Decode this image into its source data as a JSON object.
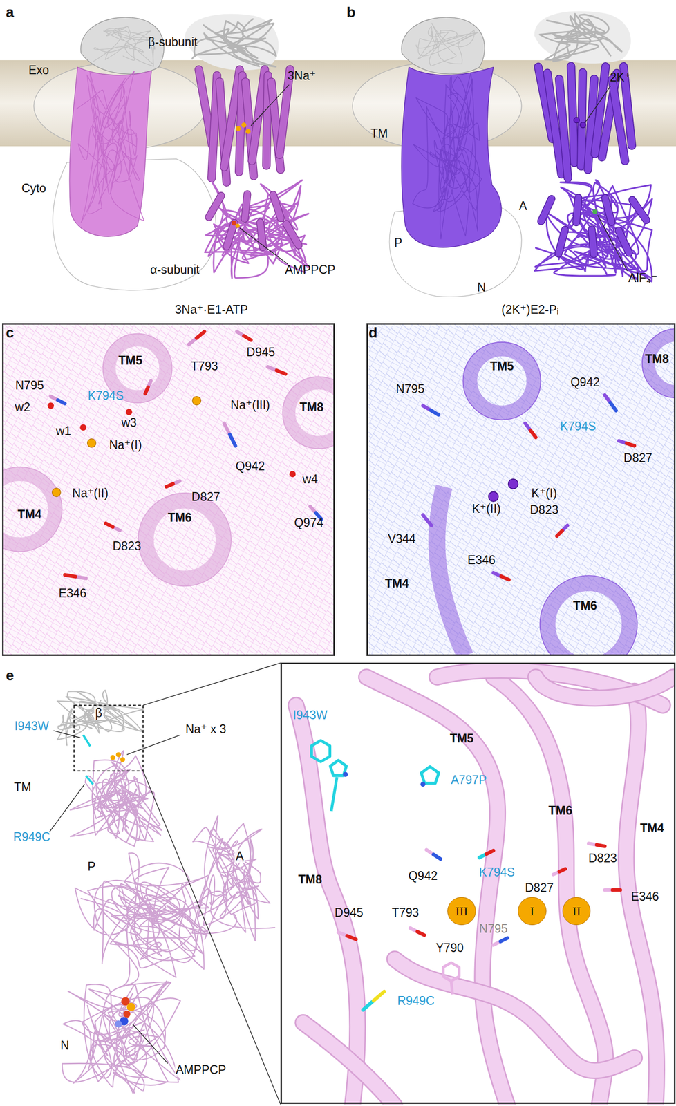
{
  "diagram": {
    "nodes": [
      {
        "text": [
          "c",
          "T793",
          "D945",
          "TM5",
          "N795",
          "K794S",
          "Na⁺(III)",
          "TM8",
          "w2",
          "w3",
          "w1",
          "Na⁺(I)",
          "Q942",
          "w4",
          "Na⁺(II)",
          "D827",
          "TM4",
          "TM6",
          "Q974",
          "D823",
          "E346"
        ]
      },
      {
        "text": [
          "d",
          "TM5",
          "TM8",
          "Q942",
          "N795",
          "K794S",
          "D827",
          "K⁺(I)",
          "K⁺(II)",
          "D823",
          "V344",
          "E346",
          "TM4",
          "TM6"
        ]
      },
      {
        "text": [
          "I943W",
          "TM5",
          "A797P",
          "TM6",
          "TM4",
          "D823",
          "TM8",
          "Q942",
          "K794S",
          "D827",
          "E346",
          "D945",
          "T793",
          "N795",
          "Y790",
          "R949C"
        ]
      },
      {
        "text": [
          "III"
        ],
        "in": 2
      },
      {
        "text": [
          "I"
        ],
        "in": 2
      },
      {
        "text": [
          "II"
        ],
        "in": 2
      }
    ],
    "labels": [
      "a",
      "β-subunit",
      "Exo",
      "Cyto",
      "3Na⁺",
      "α-subunit",
      "AMPPCP",
      "3Na⁺·E1-ATP",
      "b",
      "TM",
      "2K⁺",
      "P",
      "A",
      "N",
      "AlF₄⁻",
      "(2K⁺)E2-Pᵢ",
      "e",
      "β",
      "I943W",
      "Na⁺ x 3",
      "TM",
      "R949C",
      "P",
      "A",
      "N",
      "AMPPCP"
    ]
  }
}
